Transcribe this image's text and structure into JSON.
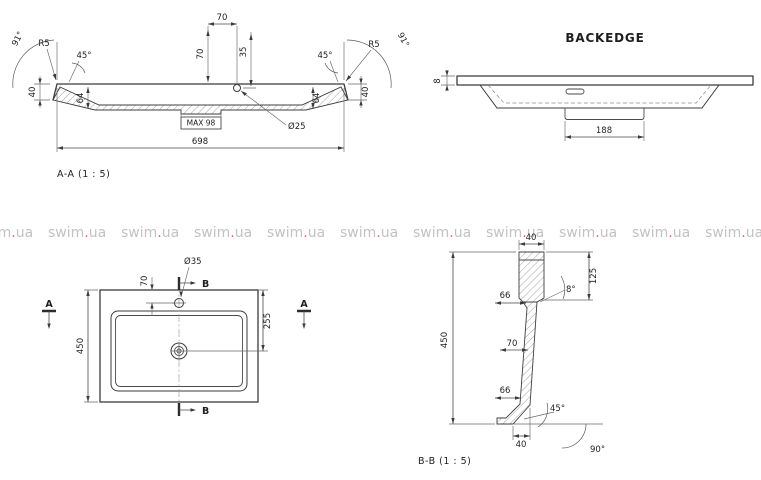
{
  "watermark": {
    "name": "swim",
    "dot": ".",
    "tld": "ua"
  },
  "section_aa": {
    "caption": "A-A (1 : 5)",
    "dim_698": "698",
    "dim_70_top": "70",
    "dim_70_side": "70",
    "dim_35": "35",
    "dim_40_left": "40",
    "dim_40_right": "40",
    "dim_64_left": "64",
    "dim_64_right": "64",
    "note_max98": "MAX 98",
    "dim_dia25": "Ø25",
    "r5_left": "R5",
    "r5_right": "R5",
    "angle45_left": "45°",
    "angle45_right": "45°",
    "angle91_left": "91°",
    "angle91_right": "91°"
  },
  "backedge": {
    "title": "BACKEDGE",
    "dim_8": "8",
    "dim_188": "188"
  },
  "plan": {
    "dim_450": "450",
    "dim_70": "70",
    "dim_dia35": "Ø35",
    "dim_255": "255",
    "mark_a_left": "A",
    "mark_a_right": "A",
    "mark_b_top": "B",
    "mark_b_bottom": "B"
  },
  "section_bb": {
    "caption": "B-B (1 : 5)",
    "dim_40_top": "40",
    "dim_125": "125",
    "dim_450": "450",
    "dim_66_upper": "66",
    "dim_70": "70",
    "dim_66_lower": "66",
    "dim_40_bottom": "40",
    "angle_8": "8°",
    "angle_45": "45°",
    "angle_90": "90°"
  }
}
